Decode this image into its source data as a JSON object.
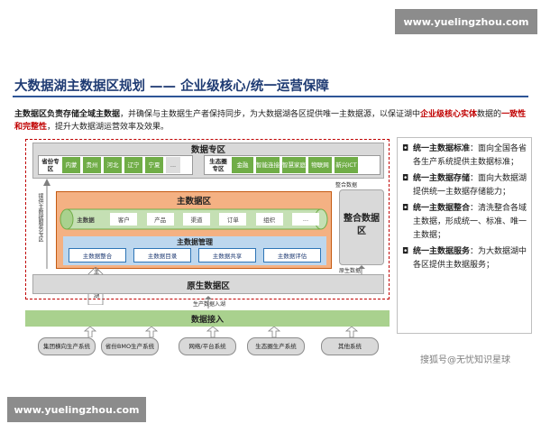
{
  "watermarks": {
    "top": "www.yuelingzhou.com",
    "bottom": "www.yuelingzhou.com",
    "footer": "搜狐号@无忧知识星球"
  },
  "title": "大数据湖主数据区规划 —— 企业级核心/统一运营保障",
  "intro": {
    "p1": "主数据区负责存储全域主数据",
    "p2": "，并确保与主数据生产者保持同步，为大数据湖各区提供唯一主数据源，以保证湖中",
    "p3": "企业级核心实体",
    "p4": "数据的",
    "p5": "一致性和完整性",
    "p6": "，提升大数据湖运营效率及效果。"
  },
  "diagram": {
    "zone_title": "数据专区",
    "province_group": {
      "label": "省份专区",
      "chips": [
        "内蒙",
        "贵州",
        "河北",
        "辽宁",
        "宁夏"
      ],
      "more": "..."
    },
    "ecology_group": {
      "label": "生态圈专区",
      "chips": [
        "金融",
        "智能连接",
        "智慧家庭",
        "物联网",
        "新兴ICT"
      ]
    },
    "integration_zone": "整合数据区",
    "integration_small": "整合数据",
    "raw_small": "原生数据",
    "master_zone": {
      "title": "主数据区",
      "entities": [
        "主数据",
        "客户",
        "产品",
        "渠道",
        "订单",
        "组织",
        "..."
      ]
    },
    "master_mgmt": {
      "title": "主数据管理",
      "items": [
        "主数据整合",
        "主数据目录",
        "主数据共享",
        "主数据评估"
      ]
    },
    "left_vertical": "提供主数据服务专区",
    "left_arrow_label": "主数据入湖",
    "raw_zone": "原生数据区",
    "ingest_label": "生产数据入湖",
    "data_access": "数据接入",
    "sources": [
      "集团横向生产系统",
      "省份BMO生产系统",
      "网络/平台系统",
      "生态圈生产系统",
      "其他系统"
    ]
  },
  "bullets": [
    {
      "bold": "统一主数据标准",
      "text": "：面向全国各省各生产系统提供主数据标准；"
    },
    {
      "bold": "统一主数据存储",
      "text": "：面向大数据湖提供统一主数据存储能力；"
    },
    {
      "bold": "统一主数据整合",
      "text": "：清洗整合各域主数据，形成统一、标准、唯一主数据；"
    },
    {
      "bold": "统一主数据服务",
      "text": "：为大数据湖中各区提供主数据服务；"
    }
  ],
  "bullet_symbol": "◘",
  "colors": {
    "title": "#1f3b73",
    "accent_red": "#c00000",
    "green_chip": "#70ad47",
    "orange_zone": "#f4b183",
    "blue_chip": "#2e75b6",
    "access_bar": "#a9d18e"
  }
}
